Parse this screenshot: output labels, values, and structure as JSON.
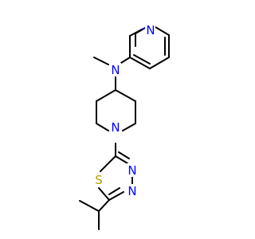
{
  "molecule": {
    "atoms": [
      {
        "symbol": "N",
        "color": "#0000ff"
      },
      {
        "symbol": "N",
        "color": "#0000ff"
      },
      {
        "symbol": "N",
        "color": "#0000ff"
      },
      {
        "symbol": "N",
        "color": "#0000ff"
      },
      {
        "symbol": "N",
        "color": "#0000ff"
      },
      {
        "symbol": "S",
        "color": "#b3a100"
      }
    ]
  }
}
